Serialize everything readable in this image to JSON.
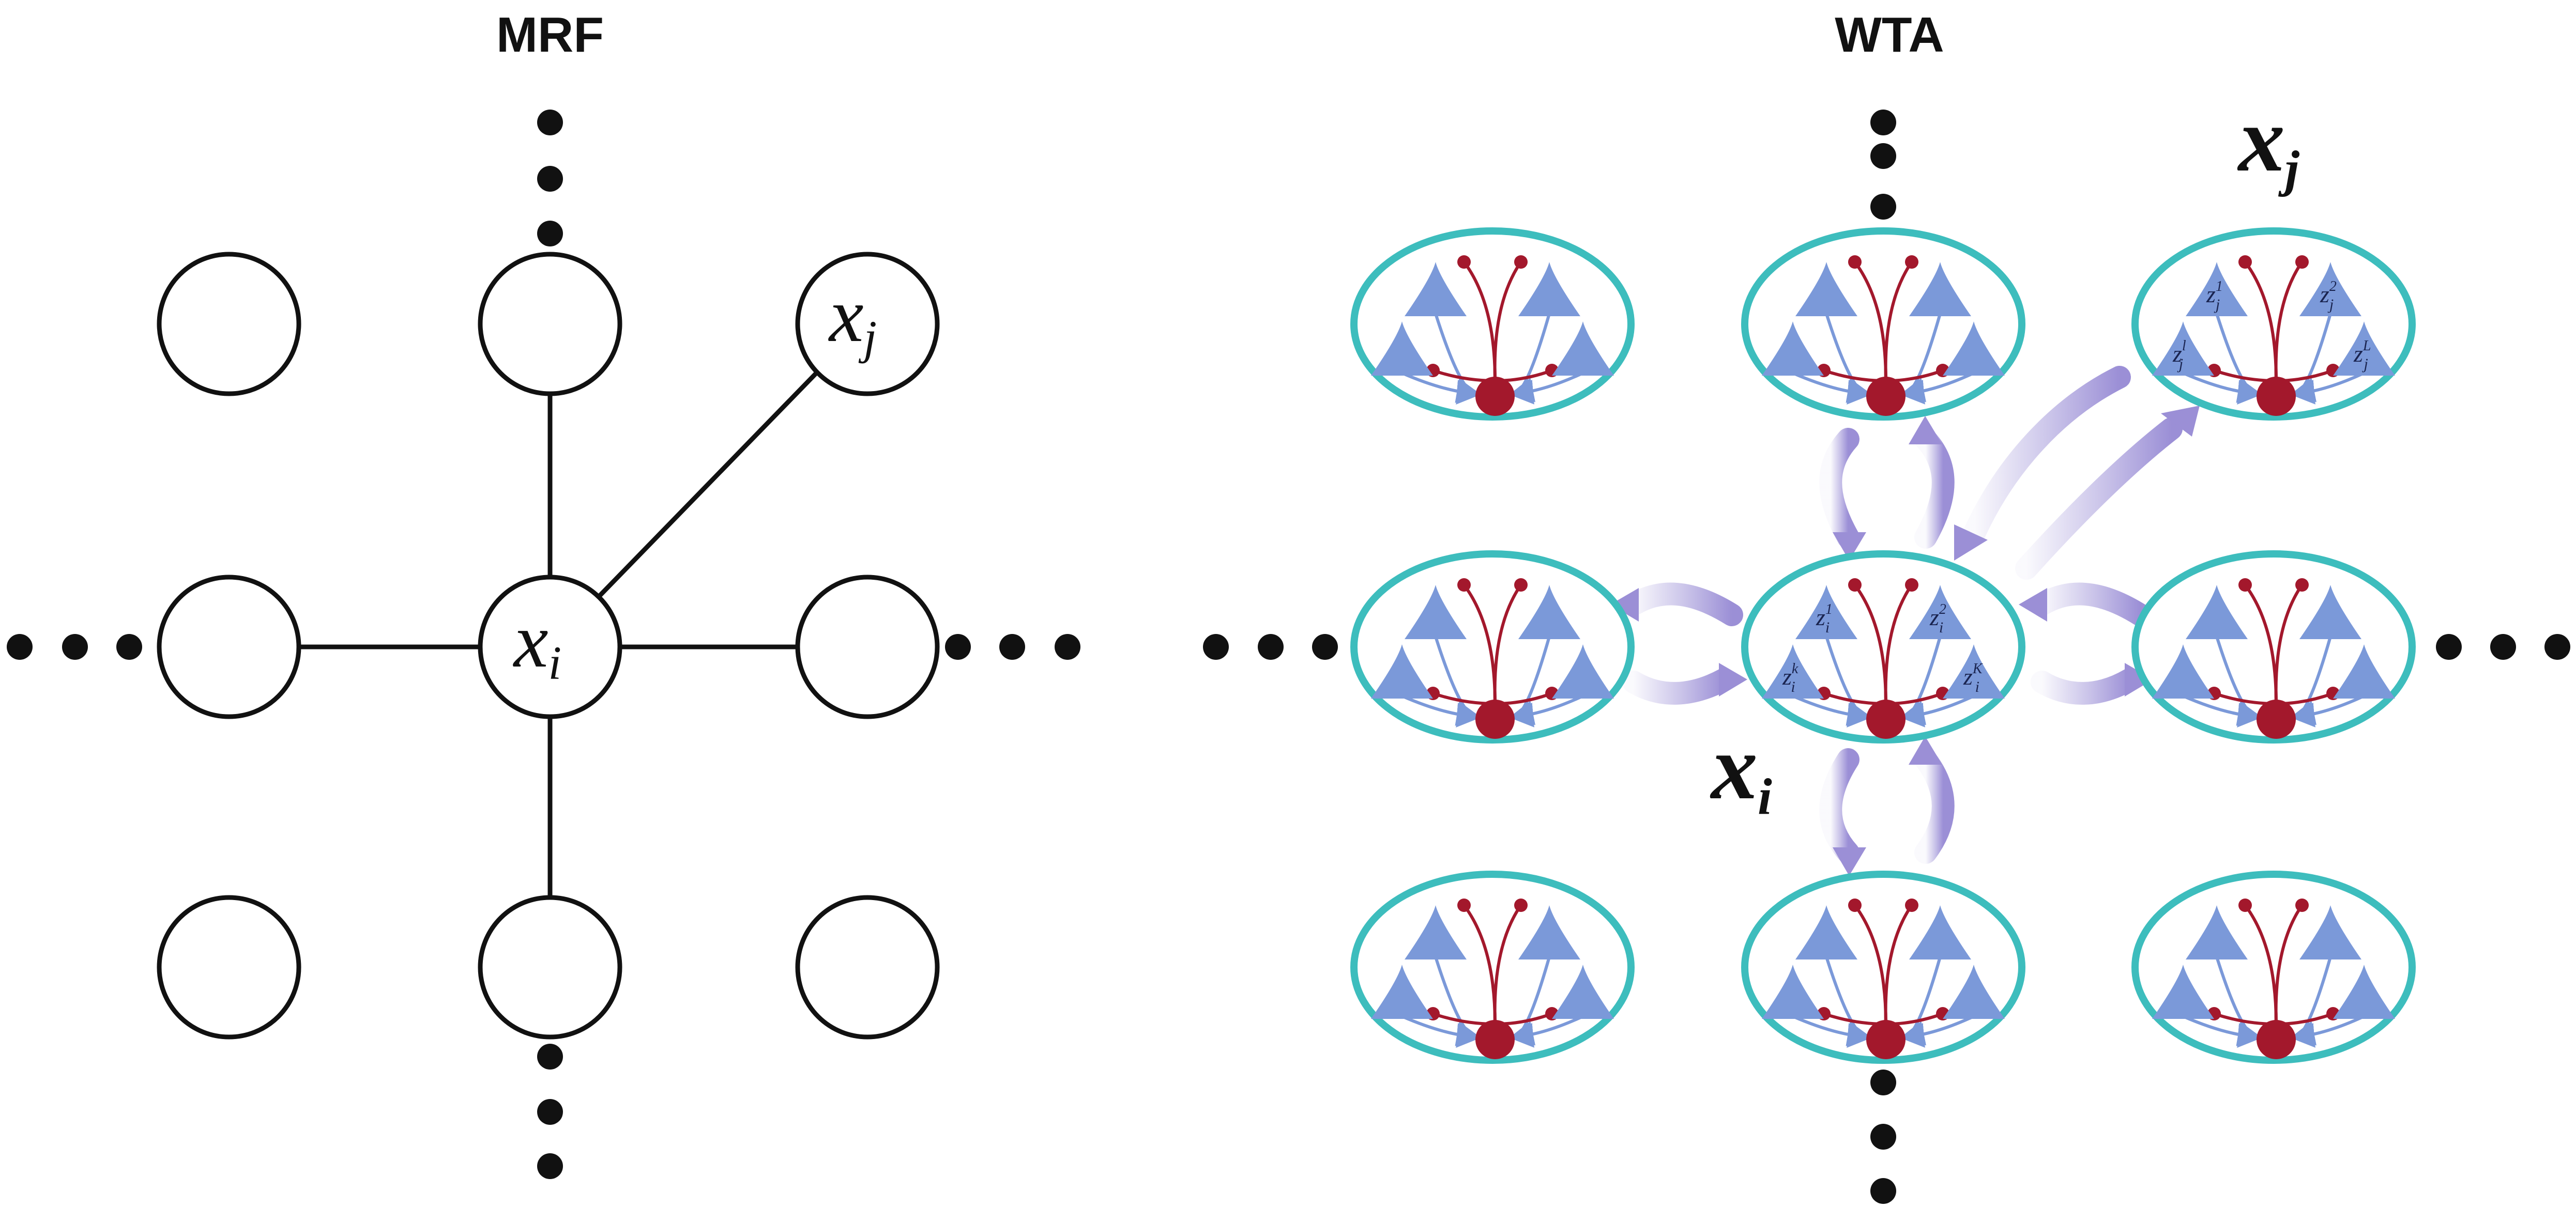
{
  "mrf": {
    "title": "MRF",
    "center_node": {
      "base": "x",
      "sub": "i"
    },
    "neighbor_node": {
      "base": "x",
      "sub": "j"
    }
  },
  "wta": {
    "title": "WTA",
    "label_i": {
      "base": "x",
      "sub": "i"
    },
    "label_j": {
      "base": "x",
      "sub": "j"
    },
    "center_units": [
      {
        "base": "z",
        "sub": "i",
        "sup": "1"
      },
      {
        "base": "z",
        "sub": "i",
        "sup": "2"
      },
      {
        "base": "z",
        "sub": "i",
        "sup": "k"
      },
      {
        "base": "z",
        "sub": "i",
        "sup": "K"
      }
    ],
    "neighbor_units": [
      {
        "base": "z",
        "sub": "j",
        "sup": "1"
      },
      {
        "base": "z",
        "sub": "j",
        "sup": "2"
      },
      {
        "base": "z",
        "sub": "j",
        "sup": "l"
      },
      {
        "base": "z",
        "sub": "j",
        "sup": "L"
      }
    ]
  },
  "colors": {
    "ellipse_stroke": "#3dbdbd",
    "excitatory_unit": "#7b99d9",
    "inhibitory_unit": "#a3182c",
    "coupling_arrow": "#9b8fd6"
  }
}
